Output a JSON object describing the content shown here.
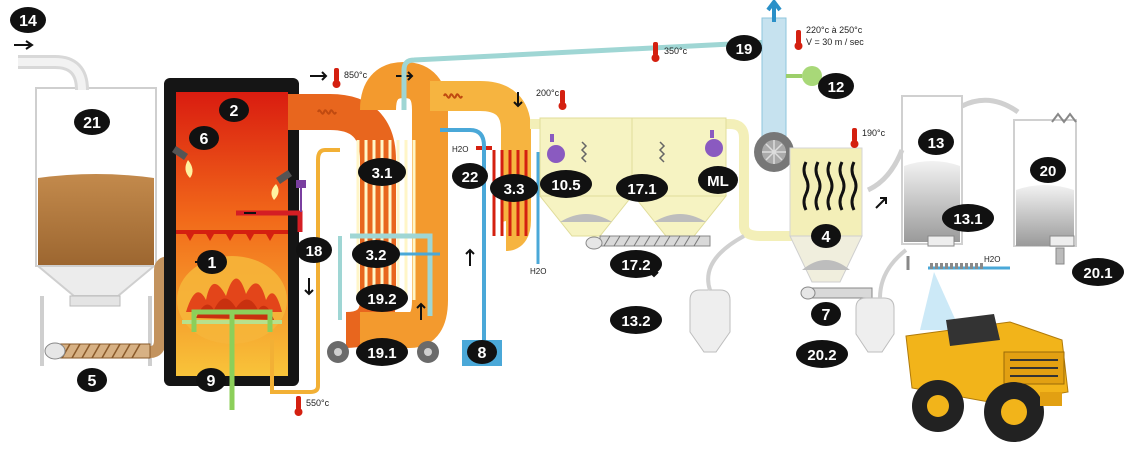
{
  "labels": {
    "n1": "1",
    "n2": "2",
    "n3_1": "3.1",
    "n3_2": "3.2",
    "n3_3": "3.3",
    "n4": "4",
    "n5": "5",
    "n6": "6",
    "n7": "7",
    "n8": "8",
    "n9": "9",
    "n10_5": "10.5",
    "n12": "12",
    "n13": "13",
    "n13_1": "13.1",
    "n13_2": "13.2",
    "n14": "14",
    "n17_1": "17.1",
    "n17_2": "17.2",
    "n18": "18",
    "n19": "19",
    "n19_1": "19.1",
    "n19_2": "19.2",
    "n20": "20",
    "n20_1": "20.1",
    "n20_2": "20.2",
    "n21": "21",
    "n22": "22",
    "ml": "ML"
  },
  "temperatures": {
    "t850": "850°c",
    "t350": "350°c",
    "t200": "200°c",
    "t190": "190°c",
    "t550": "550°c",
    "stack_line1": "220°c à 250°c",
    "stack_line2": "V = 30 m / sec"
  },
  "water": {
    "h2o_top": "H2O",
    "h2o_bottom": "H2O",
    "h2o_right": "H2O"
  },
  "colors": {
    "badge": "#111111",
    "fuel_brown": "#b07a40",
    "gas_orange": "#f0a030",
    "furnace_red": "#d81e10",
    "teal_pipe": "#9fd6d4",
    "blue_pipe": "#4aa8d8",
    "pale_yellow": "#f3efb8",
    "grey": "#c8c8c8",
    "truck_yellow": "#f2b41a"
  }
}
